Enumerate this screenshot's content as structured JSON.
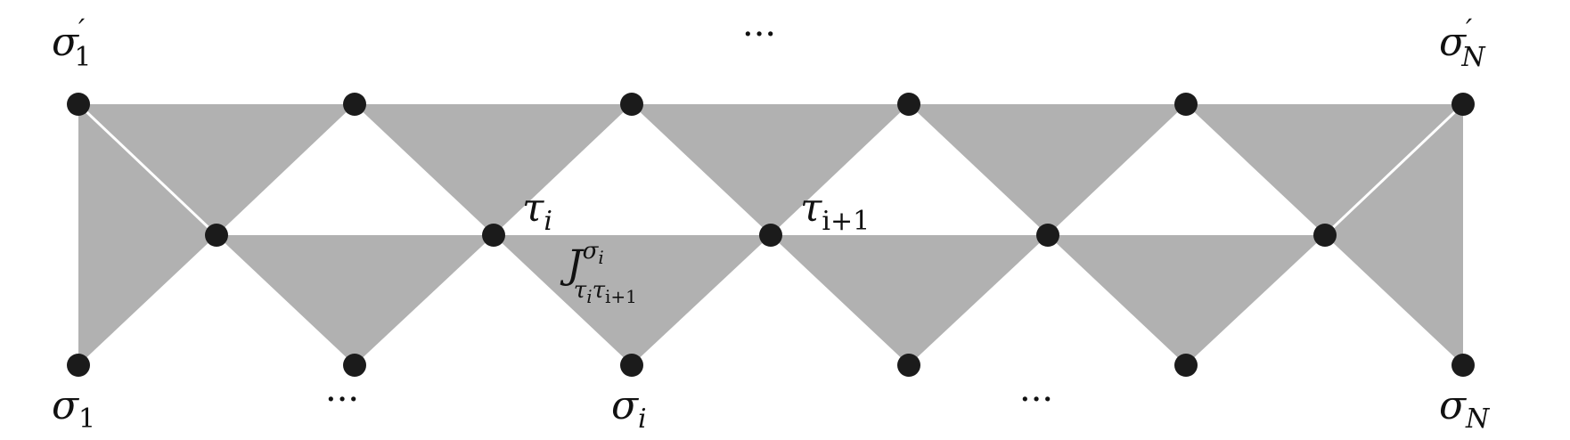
{
  "colors": {
    "fill": "#b1b1b1",
    "node": "#1b1b1b",
    "bg": "#ffffff"
  },
  "labels": {
    "sigma_prime_1": {
      "base": "σ",
      "sup": "′",
      "sub": "1"
    },
    "sigma_prime_N": {
      "base": "σ",
      "sup": "′",
      "sub": "N"
    },
    "sigma_1": {
      "base": "σ",
      "sub": "1"
    },
    "sigma_i": {
      "base": "σ",
      "sub": "i"
    },
    "sigma_N": {
      "base": "σ",
      "sub": "N"
    },
    "tau_i": {
      "base": "τ",
      "sub": "i"
    },
    "tau_i1": {
      "base": "τ",
      "sub": "i+1"
    },
    "coupling": {
      "base": "J",
      "sup_base": "σ",
      "sup_sub": "i",
      "sub_a": "τ",
      "sub_a_sub": "i",
      "sub_b": "τ",
      "sub_b_sub": "i+1"
    }
  },
  "ellipses": {
    "top": "···",
    "bottom_left": "···",
    "bottom_right": "···"
  }
}
